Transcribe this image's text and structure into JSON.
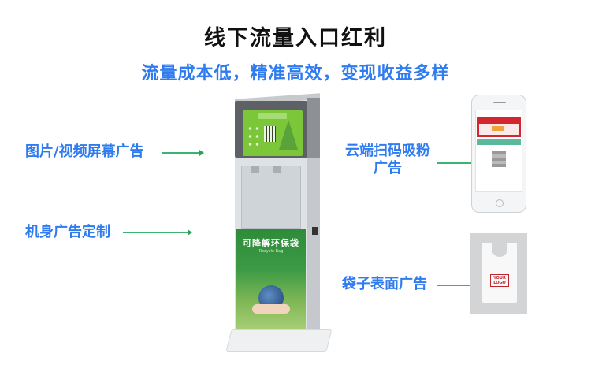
{
  "header": {
    "title": "线下流量入口红利",
    "subtitle": "流量成本低，精准高效，变现收益多样"
  },
  "callouts": {
    "left": [
      {
        "label": "图片/视频屏幕广告"
      },
      {
        "label": "机身广告定制"
      }
    ],
    "right": [
      {
        "label_line1": "云端扫码吸粉",
        "label_line2": "广告"
      },
      {
        "label": "袋子表面广告"
      }
    ]
  },
  "kiosk": {
    "poster_title": "可降解环保袋",
    "poster_subtitle": "Recycle Bag"
  },
  "bag": {
    "logo_text_line1": "YOUR",
    "logo_text_line2": "LOGO"
  },
  "colors": {
    "title": "#111111",
    "accent_blue": "#2f7cf0",
    "arrow_green": "#3cb371",
    "screen_green": "#7cc63a",
    "poster_green": "#2e8b3a",
    "phone_banner_red": "#d3262e"
  }
}
